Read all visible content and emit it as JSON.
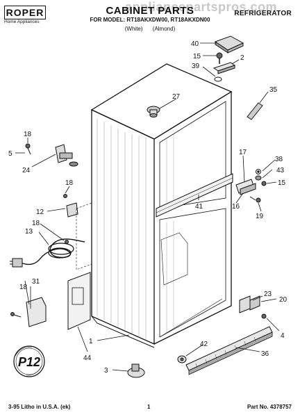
{
  "header": {
    "brand": "ROPER",
    "brand_subtitle": "Home Appliances",
    "title": "CABINET PARTS",
    "models": "FOR MODEL: RT18AKXDW00, RT18AKXDN00",
    "color_white": "(White)",
    "color_almond": "(Almond)",
    "category": "REFRIGERATOR",
    "watermark": "appliancepartspros.com"
  },
  "callouts": {
    "c1": "1",
    "c2": "2",
    "c3": "3",
    "c4": "4",
    "c5": "5",
    "c12": "12",
    "c13": "13",
    "c15a": "15",
    "c15b": "15",
    "c16": "16",
    "c17": "17",
    "c18a": "18",
    "c18b": "18",
    "c18c": "18",
    "c18d": "18",
    "c19": "19",
    "c20": "20",
    "c23": "23",
    "c24": "24",
    "c27": "27",
    "c31": "31",
    "c35": "35",
    "c36": "36",
    "c38": "38",
    "c39": "39",
    "c40": "40",
    "c41": "41",
    "c42": "42",
    "c43": "43",
    "c44": "44"
  },
  "badge": "P12",
  "footer": {
    "left": "3-95 Litho in U.S.A. (ek)",
    "page": "1",
    "part_no": "Part No. 4378757"
  }
}
